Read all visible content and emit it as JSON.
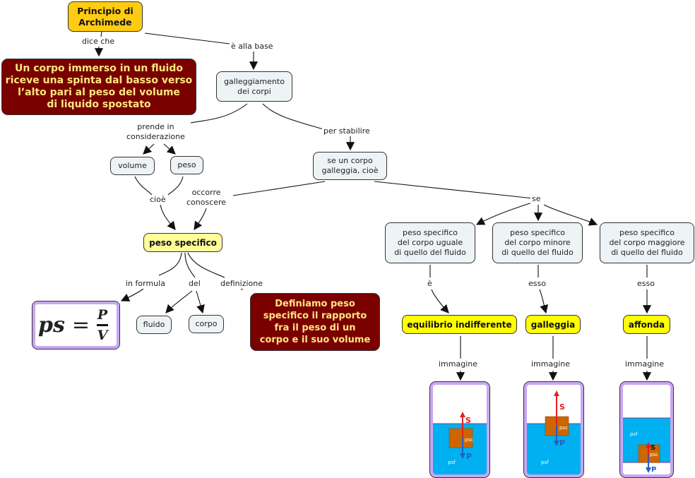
{
  "colors": {
    "gold": "#ffcc11",
    "dark_red": "#7a0000",
    "dark_red_text": "#ffe680",
    "concept_bg": "#eef3f6",
    "pale_yellow": "#ffff99",
    "yellow": "#ffff00",
    "frame_purple": "#c9a6f2",
    "water": "#00b0f0",
    "block": "#cc6600",
    "force_up": "#e02020",
    "force_down": "#2060c0"
  },
  "nodes": {
    "archimede": "Principio di\nArchimede",
    "statement": "Un corpo immerso in un fluido\nriceve una spinta dal basso verso\nl’alto pari al peso del volume\ndi liquido spostato",
    "galleggiamento": "galleggiamento\ndei corpi",
    "volume": "volume",
    "peso": "peso",
    "se_corpo": "se un corpo\ngalleggia, cioè",
    "peso_specifico": "peso specifico",
    "fluido": "fluido",
    "corpo": "corpo",
    "definizione_text": "Definiamo peso\nspecifico il rapporto\nfra il peso di un\ncorpo e il suo volume",
    "uguale": "peso specifico\ndel corpo uguale\ndi quello del fluido",
    "minore": "peso specifico\ndel corpo minore\ndi quello del fluido",
    "maggiore": "peso specifico\ndel corpo maggiore\ndi quello del fluido",
    "equilibrio": "equilibrio indifferente",
    "galleggia": "galleggia",
    "affonda": "affonda"
  },
  "formula": {
    "lhs": "ps",
    "eq": "=",
    "numerator": "P",
    "denominator": "V"
  },
  "links": {
    "dice_che": "dice che",
    "alla_base": "è alla base",
    "prende": "prende in\nconsiderazione",
    "per_stabilire": "per stabilire",
    "cioe": "cioè",
    "occorre": "occorre\nconoscere",
    "se": "se",
    "in_formula": "in formula",
    "del": "del",
    "definizione": "definizione",
    "e": "è",
    "esso1": "esso",
    "esso2": "esso",
    "immagine1": "immagine",
    "immagine2": "immagine",
    "immagine3": "immagine"
  },
  "images": [
    {
      "case": "equilibrio indifferente",
      "force_up": "S",
      "force_down": "P",
      "body_label": "psc",
      "fluid_label": "psf"
    },
    {
      "case": "galleggia",
      "force_up": "S",
      "force_down": "P",
      "body_label": "psc",
      "fluid_label": "psf"
    },
    {
      "case": "affonda",
      "force_up": "S",
      "force_down": "P",
      "body_label": "psc",
      "fluid_label": "psf"
    }
  ]
}
